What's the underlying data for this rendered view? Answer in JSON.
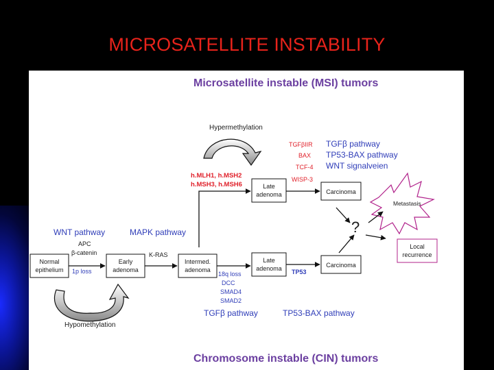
{
  "slide": {
    "title": "MICROSATELLITE INSTABILITY"
  },
  "diagram": {
    "msi_title": "Microsatellite instable (MSI) tumors",
    "cin_title": "Chromosome instable (CIN) tumors",
    "hypermethylation": "Hypermethylation",
    "hypomethylation": "Hypomethylation",
    "msi_genes": {
      "line1": "h.MLH1, h.MSH2",
      "line2": "h.MSH3, h.MSH6"
    },
    "msi_targets": [
      "TGFβIIR",
      "BAX",
      "TCF-4",
      "WISP-3"
    ],
    "msi_pathways": [
      "TGFβ  pathway",
      "TP53-BAX pathway",
      "WNT signalveien"
    ],
    "wnt_pathway": "WNT pathway",
    "mapk_pathway": "MAPK pathway",
    "apc": "APC",
    "beta_catenin": "β-catenin",
    "loss_1p": "1p loss",
    "kras": "K-RAS",
    "cin_genes": [
      "18q loss",
      "DCC",
      "SMAD4",
      "SMAD2"
    ],
    "tp53": "TP53",
    "cin_pathway_tgf": "TGFβ  pathway",
    "cin_pathway_tp53": "TP53-BAX pathway",
    "question": "?",
    "boxes": {
      "normal": [
        "Normal",
        "epithelium"
      ],
      "early": [
        "Early",
        "adenoma"
      ],
      "intermed": [
        "Intermed.",
        "adenoma"
      ],
      "late_cin": [
        "Late",
        "adenoma"
      ],
      "carcinoma_cin": "Carcinoma",
      "late_msi": [
        "Late",
        "adenoma"
      ],
      "carcinoma_msi": "Carcinoma",
      "metastasis": "Metastasis",
      "local": [
        "Local",
        "recurrence"
      ]
    }
  }
}
